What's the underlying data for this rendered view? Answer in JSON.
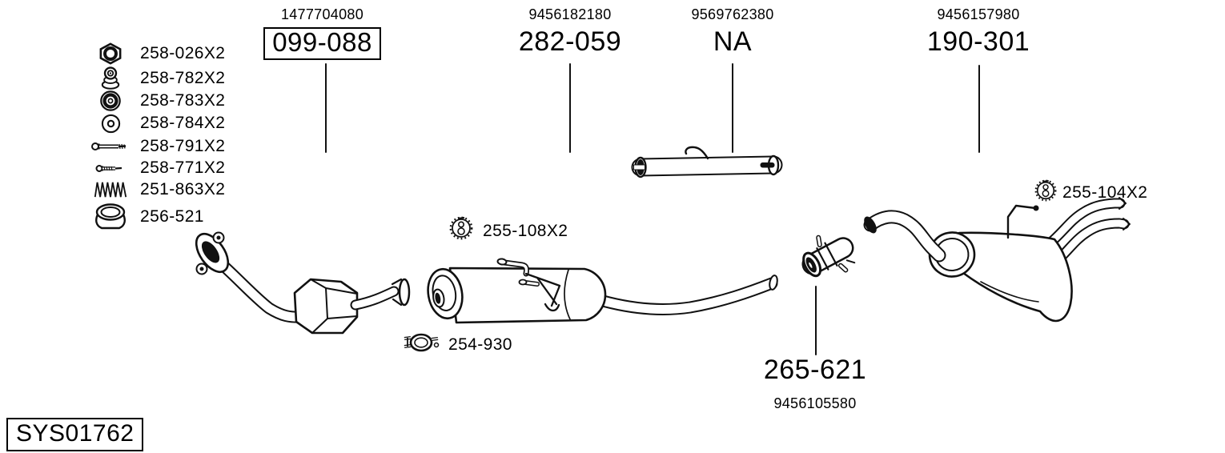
{
  "page": {
    "background": "#ffffff",
    "line_color": "#000000"
  },
  "system_label": {
    "code": "SYS01762"
  },
  "legend": {
    "items": [
      {
        "icon": "hex-nut-icon",
        "label": "258-026X2"
      },
      {
        "icon": "grommet-stack-icon",
        "label": "258-782X2"
      },
      {
        "icon": "rubber-ring-icon",
        "label": "258-783X2"
      },
      {
        "icon": "washer-icon",
        "label": "258-784X2"
      },
      {
        "icon": "long-bolt-icon",
        "label": "258-791X2"
      },
      {
        "icon": "short-bolt-icon",
        "label": "258-771X2"
      },
      {
        "icon": "spring-icon",
        "label": "251-863X2"
      },
      {
        "icon": "seal-ring-icon",
        "label": "256-521"
      }
    ]
  },
  "callouts": {
    "front_pipe": {
      "ref": "1477704080",
      "code": "099-088",
      "boxed": true
    },
    "center_muffler": {
      "ref": "9456182180",
      "code": "282-059"
    },
    "connecting_pipe": {
      "ref": "9569762380",
      "code": "NA"
    },
    "rear_muffler": {
      "ref": "9456157980",
      "code": "190-301"
    },
    "coupling": {
      "ref": "9456105580",
      "code": "265-621"
    }
  },
  "part_labels": {
    "center_hanger": {
      "icon": "rubber-hanger-icon",
      "label": "255-108X2"
    },
    "clamp": {
      "icon": "pipe-clamp-icon",
      "label": "254-930"
    },
    "rear_hanger": {
      "icon": "rubber-hanger-icon",
      "label": "255-104X2"
    }
  }
}
